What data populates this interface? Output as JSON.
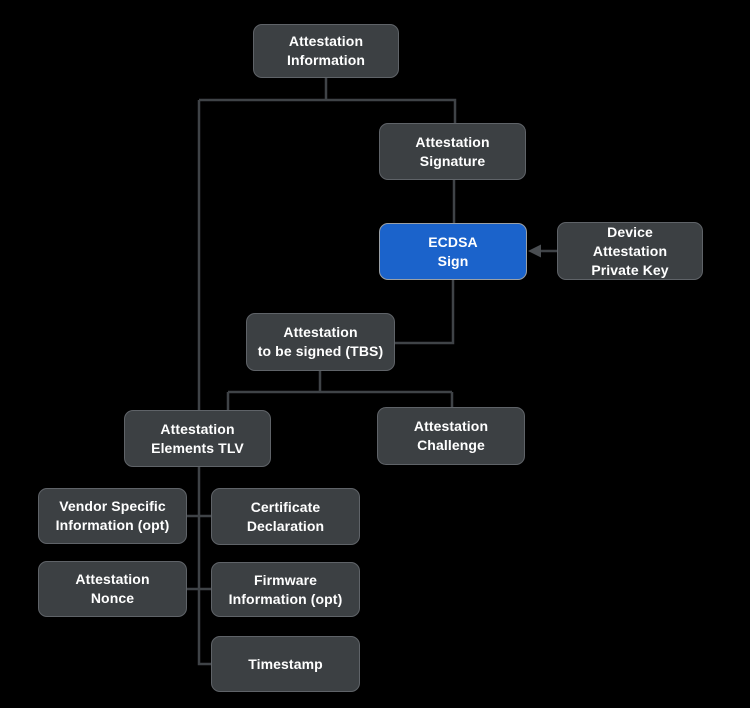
{
  "diagram": {
    "nodes": {
      "attestation_information": {
        "label": "Attestation\nInformation"
      },
      "attestation_signature": {
        "label": "Attestation\nSignature"
      },
      "ecdsa_sign": {
        "label": "ECDSA\nSign",
        "highlighted": true
      },
      "device_attestation_private_key": {
        "label": "Device\nAttestation\nPrivate Key"
      },
      "attestation_tbs": {
        "label": "Attestation\nto be signed (TBS)"
      },
      "attestation_elements_tlv": {
        "label": "Attestation\nElements TLV"
      },
      "attestation_challenge": {
        "label": "Attestation\nChallenge"
      },
      "vendor_specific_information": {
        "label": "Vendor Specific\nInformation (opt)"
      },
      "certificate_declaration": {
        "label": "Certificate\nDeclaration"
      },
      "attestation_nonce": {
        "label": "Attestation\nNonce"
      },
      "firmware_information": {
        "label": "Firmware\nInformation (opt)"
      },
      "timestamp": {
        "label": "Timestamp"
      }
    },
    "edges": [
      {
        "from": "attestation_information",
        "to": "attestation_signature"
      },
      {
        "from": "attestation_information",
        "to": "attestation_elements_tlv"
      },
      {
        "from": "attestation_signature",
        "to": "ecdsa_sign"
      },
      {
        "from": "device_attestation_private_key",
        "to": "ecdsa_sign",
        "arrow": true
      },
      {
        "from": "ecdsa_sign",
        "to": "attestation_tbs"
      },
      {
        "from": "attestation_tbs",
        "to": "attestation_elements_tlv"
      },
      {
        "from": "attestation_tbs",
        "to": "attestation_challenge"
      },
      {
        "from": "attestation_elements_tlv",
        "to": "vendor_specific_information"
      },
      {
        "from": "attestation_elements_tlv",
        "to": "certificate_declaration"
      },
      {
        "from": "attestation_elements_tlv",
        "to": "attestation_nonce"
      },
      {
        "from": "attestation_elements_tlv",
        "to": "firmware_information"
      },
      {
        "from": "attestation_elements_tlv",
        "to": "timestamp"
      }
    ],
    "colors": {
      "background": "#000000",
      "node_fill": "#3c4043",
      "node_border": "#5f6368",
      "highlight_fill": "#1b63cb",
      "highlight_border": "#9aa0a6",
      "connector": "#3f4347",
      "text": "#ffffff"
    }
  }
}
